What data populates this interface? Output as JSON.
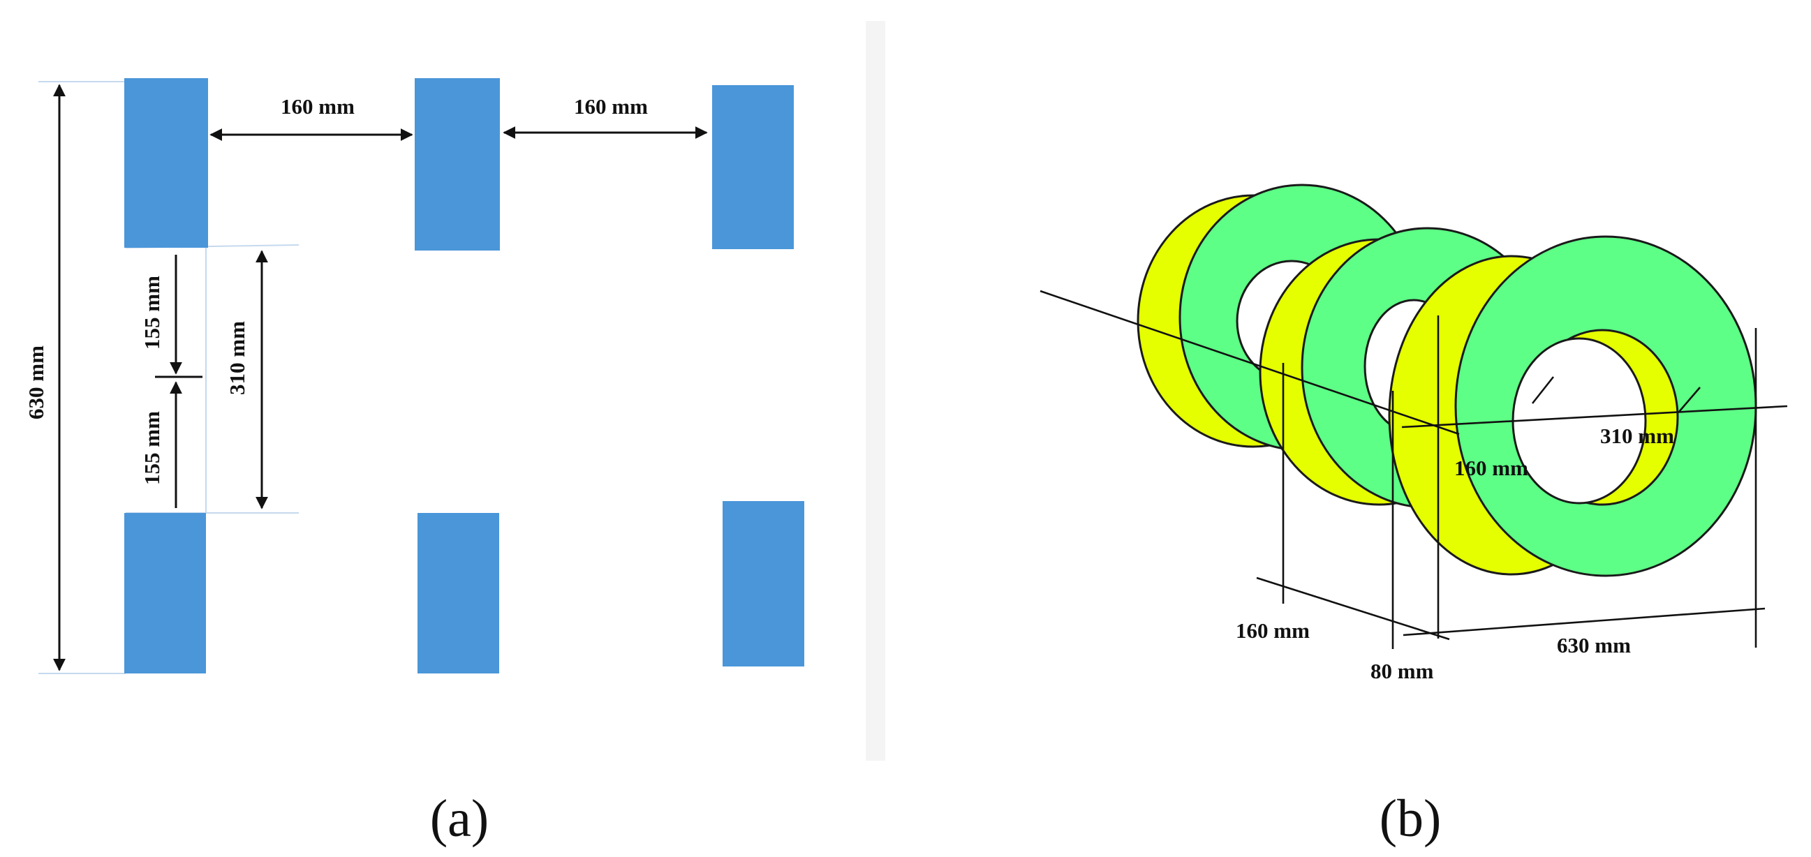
{
  "panel_a": {
    "caption": "(a)",
    "labels": {
      "h_gap_left": "160 mm",
      "h_gap_right": "160 mm",
      "total_height": "630 mm",
      "inner_height": "310 mm",
      "half_upper": "155 mm",
      "half_lower": "155 mm"
    },
    "colors": {
      "block": "#4a96d9"
    }
  },
  "panel_b": {
    "caption": "(b)",
    "labels": {
      "diameter": "310 mm",
      "spacing": "160 mm",
      "depth": "160 mm",
      "thickness": "80 mm",
      "length": "630 mm"
    },
    "colors": {
      "ring_face": "#5dff86",
      "ring_side": "#e5ff00"
    }
  }
}
